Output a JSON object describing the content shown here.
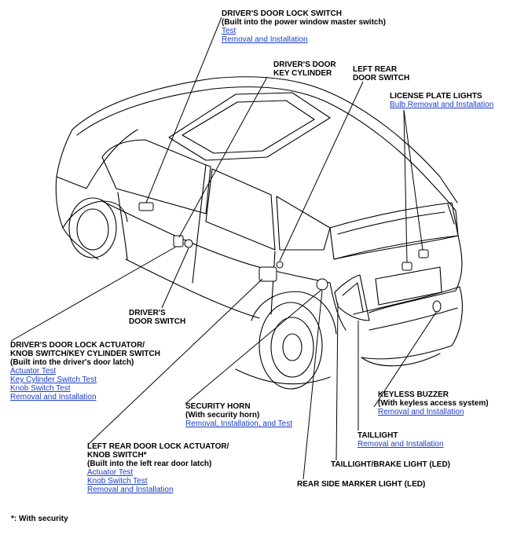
{
  "labels": {
    "drivers_door_lock_switch": {
      "title": "DRIVER'S DOOR LOCK SWITCH",
      "sub": "(Built into the power window master switch)",
      "links": [
        "Test",
        "Removal and Installation"
      ]
    },
    "drivers_door_key_cylinder": {
      "title1": "DRIVER'S DOOR",
      "title2": "KEY CYLINDER"
    },
    "left_rear_door_switch": {
      "title1": "LEFT REAR",
      "title2": "DOOR SWITCH"
    },
    "license_plate_lights": {
      "title": "LICENSE PLATE LIGHTS",
      "links": [
        "Bulb Removal and Installation"
      ]
    },
    "drivers_door_switch": {
      "title1": "DRIVER'S",
      "title2": "DOOR SWITCH"
    },
    "drivers_door_lock_actuator": {
      "title1": "DRIVER'S DOOR LOCK ACTUATOR/",
      "title2": "KNOB SWITCH/KEY CYLINDER SWITCH",
      "sub": "(Built into the driver's door latch)",
      "links": [
        "Actuator Test",
        "Key Cylinder Switch Test",
        "Knob Switch Test",
        "Removal and Installation"
      ]
    },
    "keyless_buzzer": {
      "title": "KEYLESS BUZZER",
      "sub": "(With keyless access system)",
      "links": [
        "Removal and Installation"
      ]
    },
    "security_horn": {
      "title": "SECURITY HORN",
      "sub": "(With security horn)",
      "links": [
        "Removal, Installation, and Test"
      ]
    },
    "taillight": {
      "title": "TAILLIGHT",
      "links": [
        "Removal and Installation"
      ]
    },
    "left_rear_door_lock_actuator": {
      "title1": "LEFT REAR DOOR LOCK ACTUATOR/",
      "title2": "KNOB SWITCH*",
      "sub": "(Built into the left rear door latch)",
      "links": [
        "Actuator Test",
        "Knob Switch Test",
        "Removal and Installation"
      ]
    },
    "taillight_brake_light": {
      "title": "TAILLIGHT/BRAKE LIGHT (LED)"
    },
    "rear_side_marker_light": {
      "title": "REAR SIDE MARKER LIGHT (LED)"
    }
  },
  "footnote": "*: With security",
  "colors": {
    "link": "#1a3cc8",
    "line": "#000000"
  }
}
